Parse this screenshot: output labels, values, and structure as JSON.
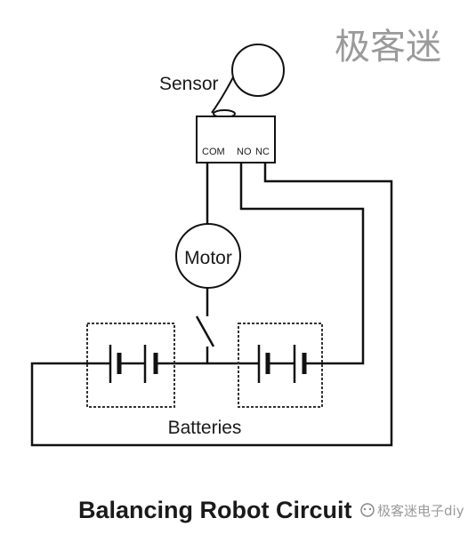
{
  "watermark_top": "极客迷",
  "sensor": {
    "label": "Sensor",
    "pins": {
      "com": "COM",
      "no": "NO",
      "nc": "NC"
    }
  },
  "motor_label": "Motor",
  "batteries_label": "Batteries",
  "title": "Balancing Robot Circuit",
  "watermark_bottom": "极客迷电子diy"
}
